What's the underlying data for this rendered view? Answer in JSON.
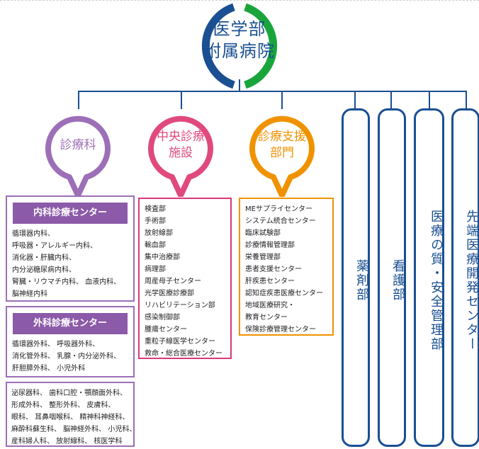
{
  "root": {
    "line1": "医学部",
    "line2": "附属病院",
    "colors": {
      "blue": "#1a4f92",
      "green": "#1aa53c"
    }
  },
  "branches": {
    "shinryo": {
      "label": "診療科",
      "color": "#9c6fb7"
    },
    "chuo": {
      "line1": "中央診療",
      "line2": "施設",
      "color": "#e0497e"
    },
    "shien": {
      "line1": "診療支援",
      "line2": "部門",
      "color": "#f09200"
    }
  },
  "naika": {
    "header": "内科診療センター",
    "items": [
      "循環器内科、",
      "呼吸器・アレルギー内科、",
      "消化器・肝臓内科、",
      "内分泌糖尿病内科、",
      "腎臓・リウマチ内科、 血液内科、",
      "脳神経内科"
    ]
  },
  "geka": {
    "header": "外科診療センター",
    "items": [
      "循環器外科、 呼吸器外科、",
      "消化管外科、 乳腺・内分泌外科、",
      "肝胆膵外科、 小児外科"
    ]
  },
  "other_depts": {
    "items": [
      "泌尿器科、 歯科口腔・顎顔面外科、",
      "形成外科、 整形外科、 皮膚科、",
      "眼科、 耳鼻咽喉科、 精神科神経科、",
      "麻酔科蘇生科、 脳神経外科、 小児科、",
      "産科婦人科、 放射線科、 核医学科"
    ]
  },
  "chuo_list": {
    "items": [
      "検査部",
      "手術部",
      "放射線部",
      "輸血部",
      "集中治療部",
      "病理部",
      "周産母子センター",
      "光学医療診療部",
      "リハビリテーション部",
      "感染制御部",
      "腫瘍センター",
      "重粒子線医学センター",
      "救命・総合医療センター"
    ]
  },
  "shien_list": {
    "items": [
      "MEサプライセンター",
      "システム統合センター",
      "臨床試験部",
      "診療情報管理部",
      "栄養管理部",
      "患者支援センター",
      "肝疾患センター",
      "認知症疾患医療センター",
      "地域医療研究・",
      "教育センター",
      "保険診療管理センター"
    ]
  },
  "vertical": {
    "yakuzai": "薬剤部",
    "kango": "看護部",
    "anzen": "医療の質・安全管理部",
    "sentan": "先端医療開発センター"
  }
}
